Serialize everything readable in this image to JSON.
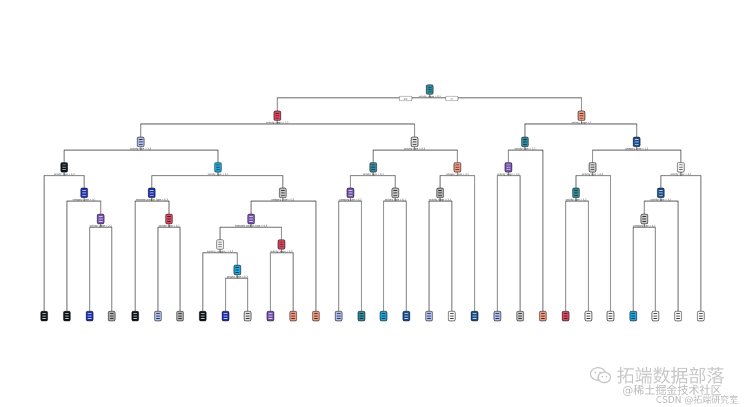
{
  "branch_labels": {
    "yes": "yes",
    "no": "no"
  },
  "internal_nodes": [
    {
      "id": "n1",
      "color": "#2b8ca0",
      "split": "activity_stage = 0,1"
    },
    {
      "id": "n2",
      "color": "#d5465c",
      "split": "activity_stage = 2,3"
    },
    {
      "id": "n3",
      "color": "#e8937a",
      "split": "activity_stage = 1"
    },
    {
      "id": "n4",
      "color": "#a9b6e6",
      "split": "activity_type = 2,3"
    },
    {
      "id": "n5",
      "color": "#d7d7d7",
      "split": "activity_type = 0,3"
    },
    {
      "id": "n6",
      "color": "#2f889c",
      "split": "activity_type = 2,3"
    },
    {
      "id": "n7",
      "color": "#1e5396",
      "split": "category_code = 2,1"
    },
    {
      "id": "n8",
      "color": "#101820",
      "split": "activity_type = 0,3"
    },
    {
      "id": "n9",
      "color": "#1aa4d8",
      "split": "activity_type = 0,3"
    },
    {
      "id": "n10",
      "color": "#2f889c",
      "split": "activity_type = 0,1"
    },
    {
      "id": "n11",
      "color": "#e8937a",
      "split": "category_code = 0,3"
    },
    {
      "id": "n12",
      "color": "#7b55b5",
      "split": "activity_stage = 3,0"
    },
    {
      "id": "n13",
      "color": "#c8c8c8",
      "split": "activity_type = 0,3"
    },
    {
      "id": "n14",
      "color": "#f0f0f0",
      "split": "activity_type = 0,3"
    },
    {
      "id": "n15",
      "color": "#2236b8",
      "split": "category_code = 0,1"
    },
    {
      "id": "n16",
      "color": "#2236b8",
      "split": "intended_product_type = 0,3"
    },
    {
      "id": "n17",
      "color": "#bdbdbd",
      "split": "category_code = 0,1"
    },
    {
      "id": "n18",
      "color": "#7b55b5",
      "split": "company_size = 0,3"
    },
    {
      "id": "n19",
      "color": "#bdbdbd",
      "split": "activity_type = 0,1"
    },
    {
      "id": "n20",
      "color": "#a8a8a8",
      "split": "activity_stage = 2,3"
    },
    {
      "id": "n21",
      "color": "#2f889c",
      "split": "activity_type = 0,3"
    },
    {
      "id": "n22",
      "color": "#1e5396",
      "split": "activity_type = 0,3"
    },
    {
      "id": "n23",
      "color": "#7b55b5",
      "split": "activity_stage = 2,1"
    },
    {
      "id": "n24",
      "color": "#d5465c",
      "split": "activity_type = 0,3"
    },
    {
      "id": "n25",
      "color": "#7b55b5",
      "split": "intended_product_type = 0,3"
    },
    {
      "id": "n26",
      "color": "#bdbdbd",
      "split": "company_size = 0,3"
    },
    {
      "id": "n27",
      "color": "#f0f0f0",
      "split": "industry_category = 0,3"
    },
    {
      "id": "n28",
      "color": "#d5465c",
      "split": "activity_stage = 0,3"
    },
    {
      "id": "n29",
      "color": "#1aa4d8",
      "split": "activity_type = 0,3"
    }
  ],
  "leaves": [
    {
      "id": "l1",
      "color": "#101820"
    },
    {
      "id": "l2",
      "color": "#101820"
    },
    {
      "id": "l3",
      "color": "#2236b8"
    },
    {
      "id": "l4",
      "color": "#a8a8a8"
    },
    {
      "id": "l5",
      "color": "#101820"
    },
    {
      "id": "l6",
      "color": "#a9b6e6"
    },
    {
      "id": "l7",
      "color": "#a8a8a8"
    },
    {
      "id": "l8",
      "color": "#101820"
    },
    {
      "id": "l9",
      "color": "#2236b8"
    },
    {
      "id": "l10",
      "color": "#d7d7d7"
    },
    {
      "id": "l11",
      "color": "#7b55b5"
    },
    {
      "id": "l12",
      "color": "#e8937a"
    },
    {
      "id": "l13",
      "color": "#e8937a"
    },
    {
      "id": "l14",
      "color": "#a9b6e6"
    },
    {
      "id": "l15",
      "color": "#2f889c"
    },
    {
      "id": "l16",
      "color": "#1aa4d8"
    },
    {
      "id": "l17",
      "color": "#1e5396"
    },
    {
      "id": "l18",
      "color": "#a9b6e6"
    },
    {
      "id": "l19",
      "color": "#f0f0f0"
    },
    {
      "id": "l20",
      "color": "#1e5396"
    },
    {
      "id": "l21",
      "color": "#a9b6e6"
    },
    {
      "id": "l22",
      "color": "#bdbdbd"
    },
    {
      "id": "l23",
      "color": "#e8937a"
    },
    {
      "id": "l24",
      "color": "#d5465c"
    },
    {
      "id": "l25",
      "color": "#f0f0f0"
    },
    {
      "id": "l26",
      "color": "#f0f0f0"
    },
    {
      "id": "l27",
      "color": "#1aa4d8"
    },
    {
      "id": "l28",
      "color": "#f0f0f0"
    },
    {
      "id": "l29",
      "color": "#f0f0f0"
    },
    {
      "id": "l30",
      "color": "#f0f0f0"
    }
  ],
  "watermark": {
    "main": "拓端数据部落",
    "line2": "@稀土掘金技术社区",
    "line3": "CSDN @拓端研究室",
    "icon": "wechat-icon"
  }
}
